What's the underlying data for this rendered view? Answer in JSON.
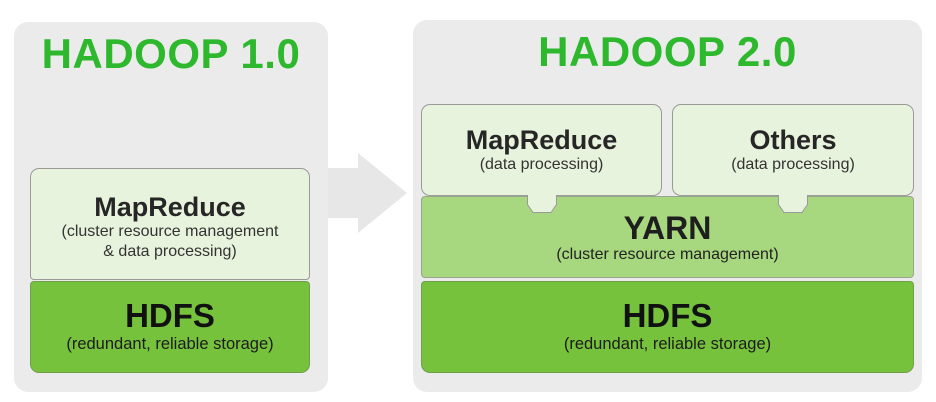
{
  "left_panel": {
    "title": "HADOOP 1.0",
    "mapreduce": {
      "title": "MapReduce",
      "subtitle_line1": "(cluster resource management",
      "subtitle_line2": "& data processing)"
    },
    "hdfs": {
      "title": "HDFS",
      "subtitle": "(redundant, reliable storage)"
    }
  },
  "arrow": {
    "meaning": "evolution from Hadoop 1.0 to Hadoop 2.0",
    "direction": "right"
  },
  "right_panel": {
    "title": "HADOOP 2.0",
    "mapreduce": {
      "title": "MapReduce",
      "subtitle": "(data processing)"
    },
    "others": {
      "title": "Others",
      "subtitle": "(data processing)"
    },
    "yarn": {
      "title": "YARN",
      "subtitle": "(cluster resource management)"
    },
    "hdfs": {
      "title": "HDFS",
      "subtitle": "(redundant, reliable storage)"
    }
  },
  "colors": {
    "title_green": "#2eb82e",
    "light_box_green": "#e8f3dd",
    "yarn_green": "#a7d77e",
    "hdfs_green": "#77c23d",
    "panel_gray": "#ebebeb",
    "arrow_gray": "#e7e7e7",
    "box_border_gray": "#9a9a9a"
  }
}
